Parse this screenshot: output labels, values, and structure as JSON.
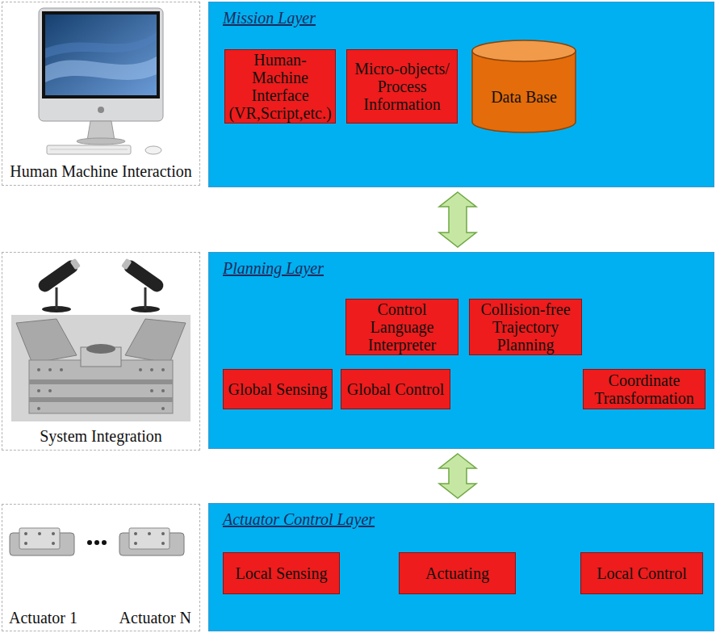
{
  "diagram": {
    "nodes": [
      {
        "text": [
          "Human Machine Interaction"
        ]
      },
      {
        "text": [
          "Mission Layer"
        ]
      },
      {
        "text": [
          "Human-Machine Interface (VR,Script,etc.)"
        ],
        "in": 1
      },
      {
        "text": [
          "Micro-objects/ Process Information"
        ],
        "in": 1
      },
      {
        "text": [
          "Data Base"
        ],
        "in": 1
      },
      {
        "text": [
          "System Integration"
        ]
      },
      {
        "text": [
          "Planning Layer"
        ]
      },
      {
        "text": [
          "Control Language Interpreter"
        ],
        "in": 6
      },
      {
        "text": [
          "Collision-free Trajectory Planning"
        ],
        "in": 6
      },
      {
        "text": [
          "Global Sensing"
        ],
        "in": 6
      },
      {
        "text": [
          "Global Control"
        ],
        "in": 6
      },
      {
        "text": [
          "Coordinate Transformation"
        ],
        "in": 6
      },
      {
        "text": [
          "Actuator 1",
          "Actuator N"
        ]
      },
      {
        "text": [
          "Actuator Control Layer"
        ]
      },
      {
        "text": [
          "Local Sensing"
        ],
        "in": 13
      },
      {
        "text": [
          "Actuating"
        ],
        "in": 13
      },
      {
        "text": [
          "Local Control"
        ],
        "in": 13
      }
    ],
    "edges": [
      {
        "from": 1,
        "to": 6,
        "arrow": "both"
      },
      {
        "from": 6,
        "to": 13,
        "arrow": "both"
      }
    ]
  }
}
